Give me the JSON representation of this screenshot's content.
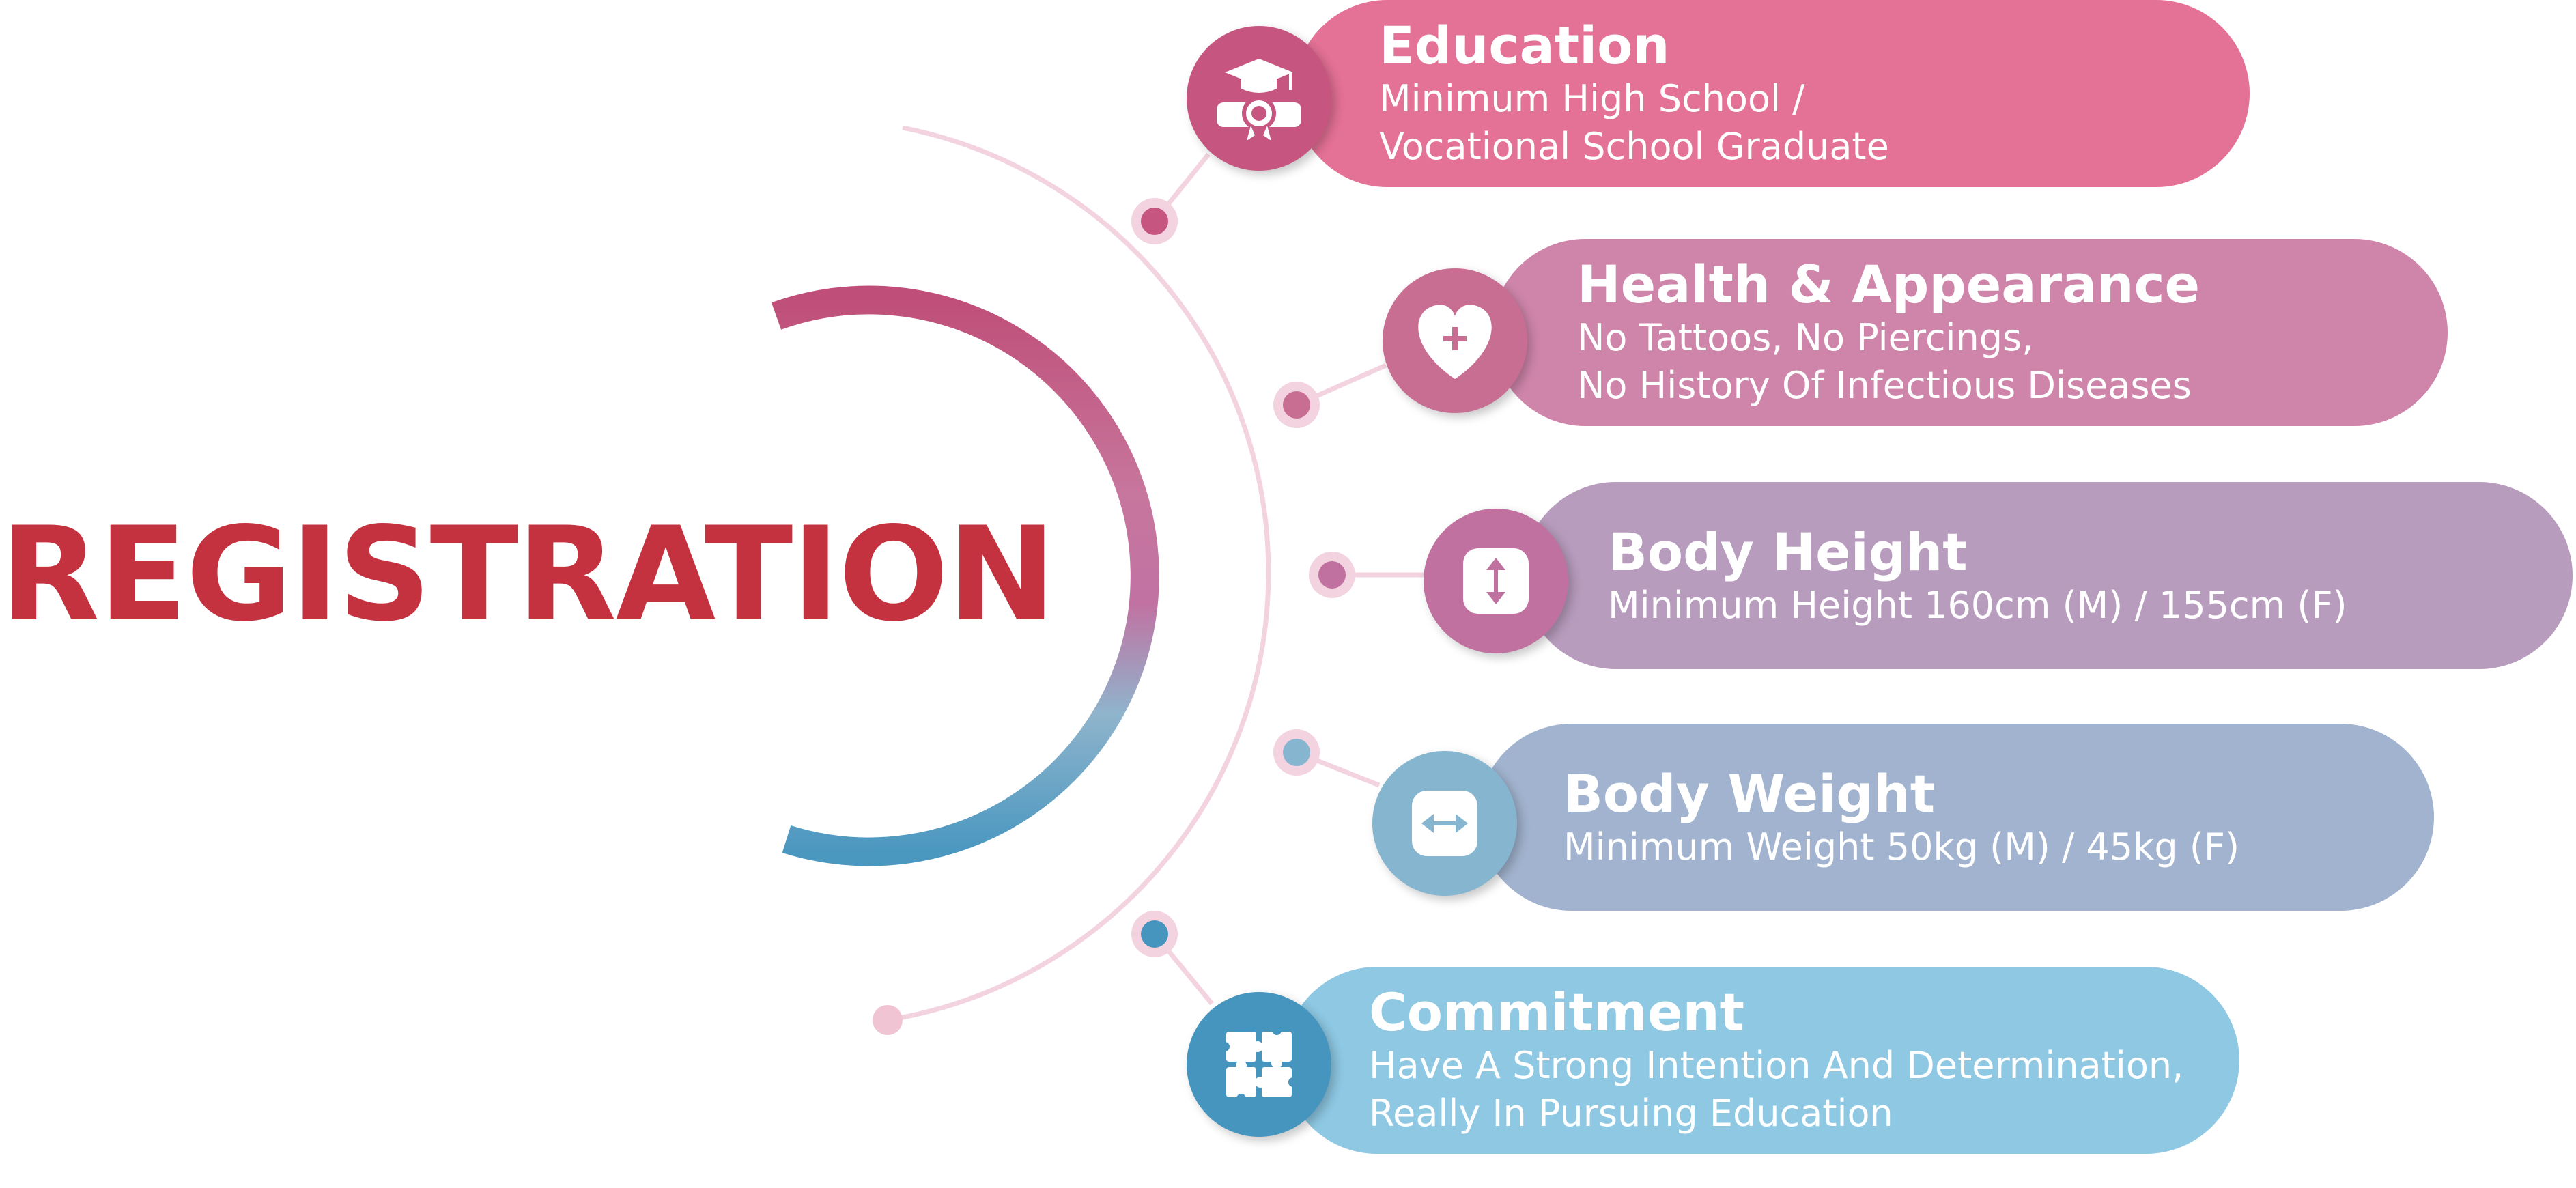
{
  "title": "REGISTRATION",
  "colors": {
    "title": "#c4323f",
    "education": "#e47196",
    "education_icon": "#c65680",
    "health": "#cf85aa",
    "health_icon": "#c96e93",
    "height": "#b79cbd",
    "height_icon": "#c171a0",
    "weight": "#a1b3ce",
    "weight_icon": "#86b5d0",
    "commitment": "#8ec8e3",
    "commitment_icon": "#4695bf",
    "connector": "#f3d3df"
  },
  "items": [
    {
      "title": "Education",
      "line1": "Minimum High School /",
      "line2": "Vocational School Graduate",
      "icon": "graduation-cap-diploma-icon"
    },
    {
      "title": "Health & Appearance",
      "line1": "No Tattoos, No Piercings,",
      "line2": "No History Of Infectious Diseases",
      "icon": "heart-plus-icon"
    },
    {
      "title": "Body Height",
      "line1": "Minimum Height 160cm (M) / 155cm (F)",
      "icon": "vertical-arrow-icon"
    },
    {
      "title": "Body Weight",
      "line1": "Minimum Weight 50kg (M) / 45kg (F)",
      "icon": "horizontal-arrow-icon"
    },
    {
      "title": "Commitment",
      "line1": "Have A Strong Intention And Determination,",
      "line2": "Really In Pursuing Education",
      "icon": "puzzle-icon"
    }
  ]
}
